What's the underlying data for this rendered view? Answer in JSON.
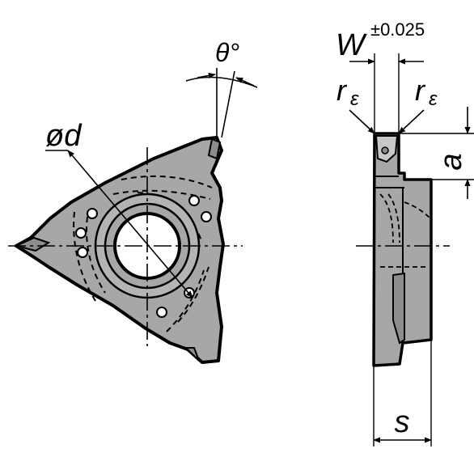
{
  "labels": {
    "diameter": "ød",
    "angle": "θ°",
    "width": "W",
    "tolerance": "±0.025",
    "radius_left": "r",
    "radius_left_sub": "ε",
    "radius_right": "r",
    "radius_right_sub": "ε",
    "depth": "a",
    "thickness": "s"
  },
  "colors": {
    "body": "#a7a7a7",
    "line": "#000000",
    "background": "#ffffff"
  }
}
